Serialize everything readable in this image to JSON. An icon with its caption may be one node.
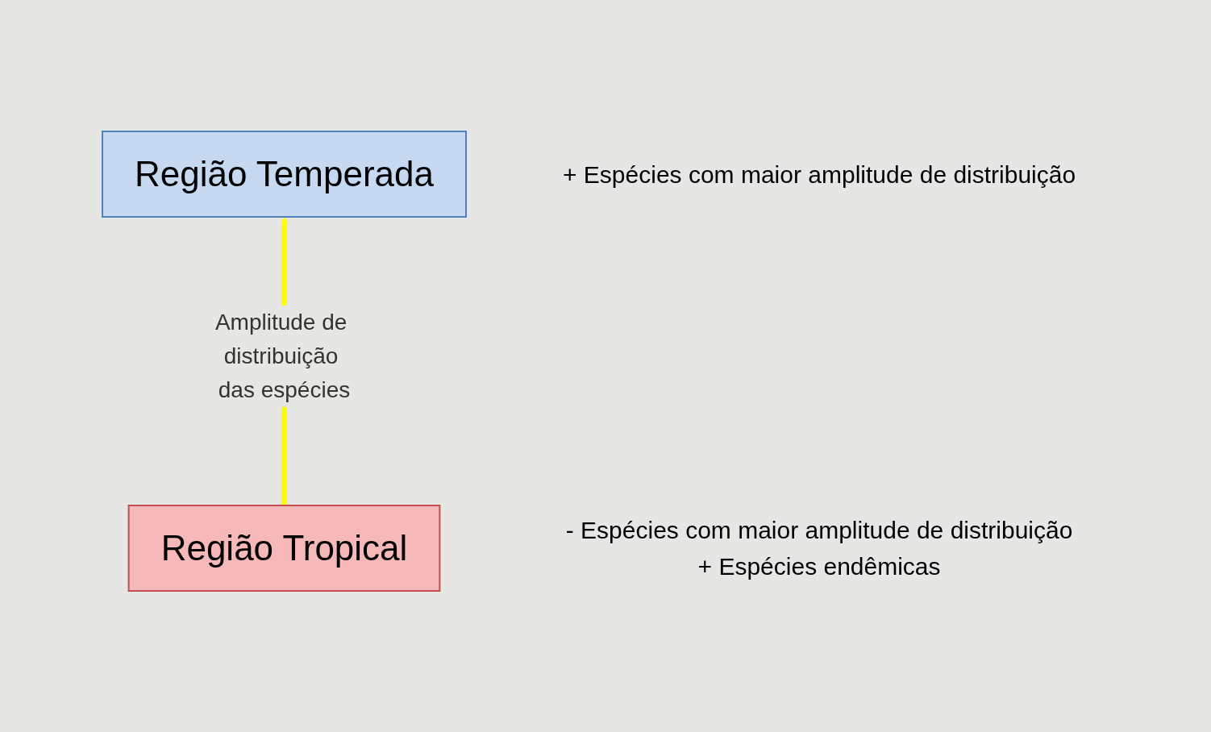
{
  "diagram": {
    "nodes": [
      {
        "text": [
          "Região Temperada"
        ],
        "beside": [
          "+",
          "Espécies com maior amplitude de distribuição"
        ]
      },
      {
        "text": [
          "Região Tropical"
        ],
        "beside": [
          "-",
          "Espécies com maior amplitude de distribuição",
          "+",
          "Espécies endêmicas"
        ]
      }
    ],
    "edges": [
      {
        "from": 1,
        "to": 0,
        "arrow": "to",
        "color": "#ffff00",
        "label": "Amplitude de distribuição das espécies"
      }
    ]
  }
}
